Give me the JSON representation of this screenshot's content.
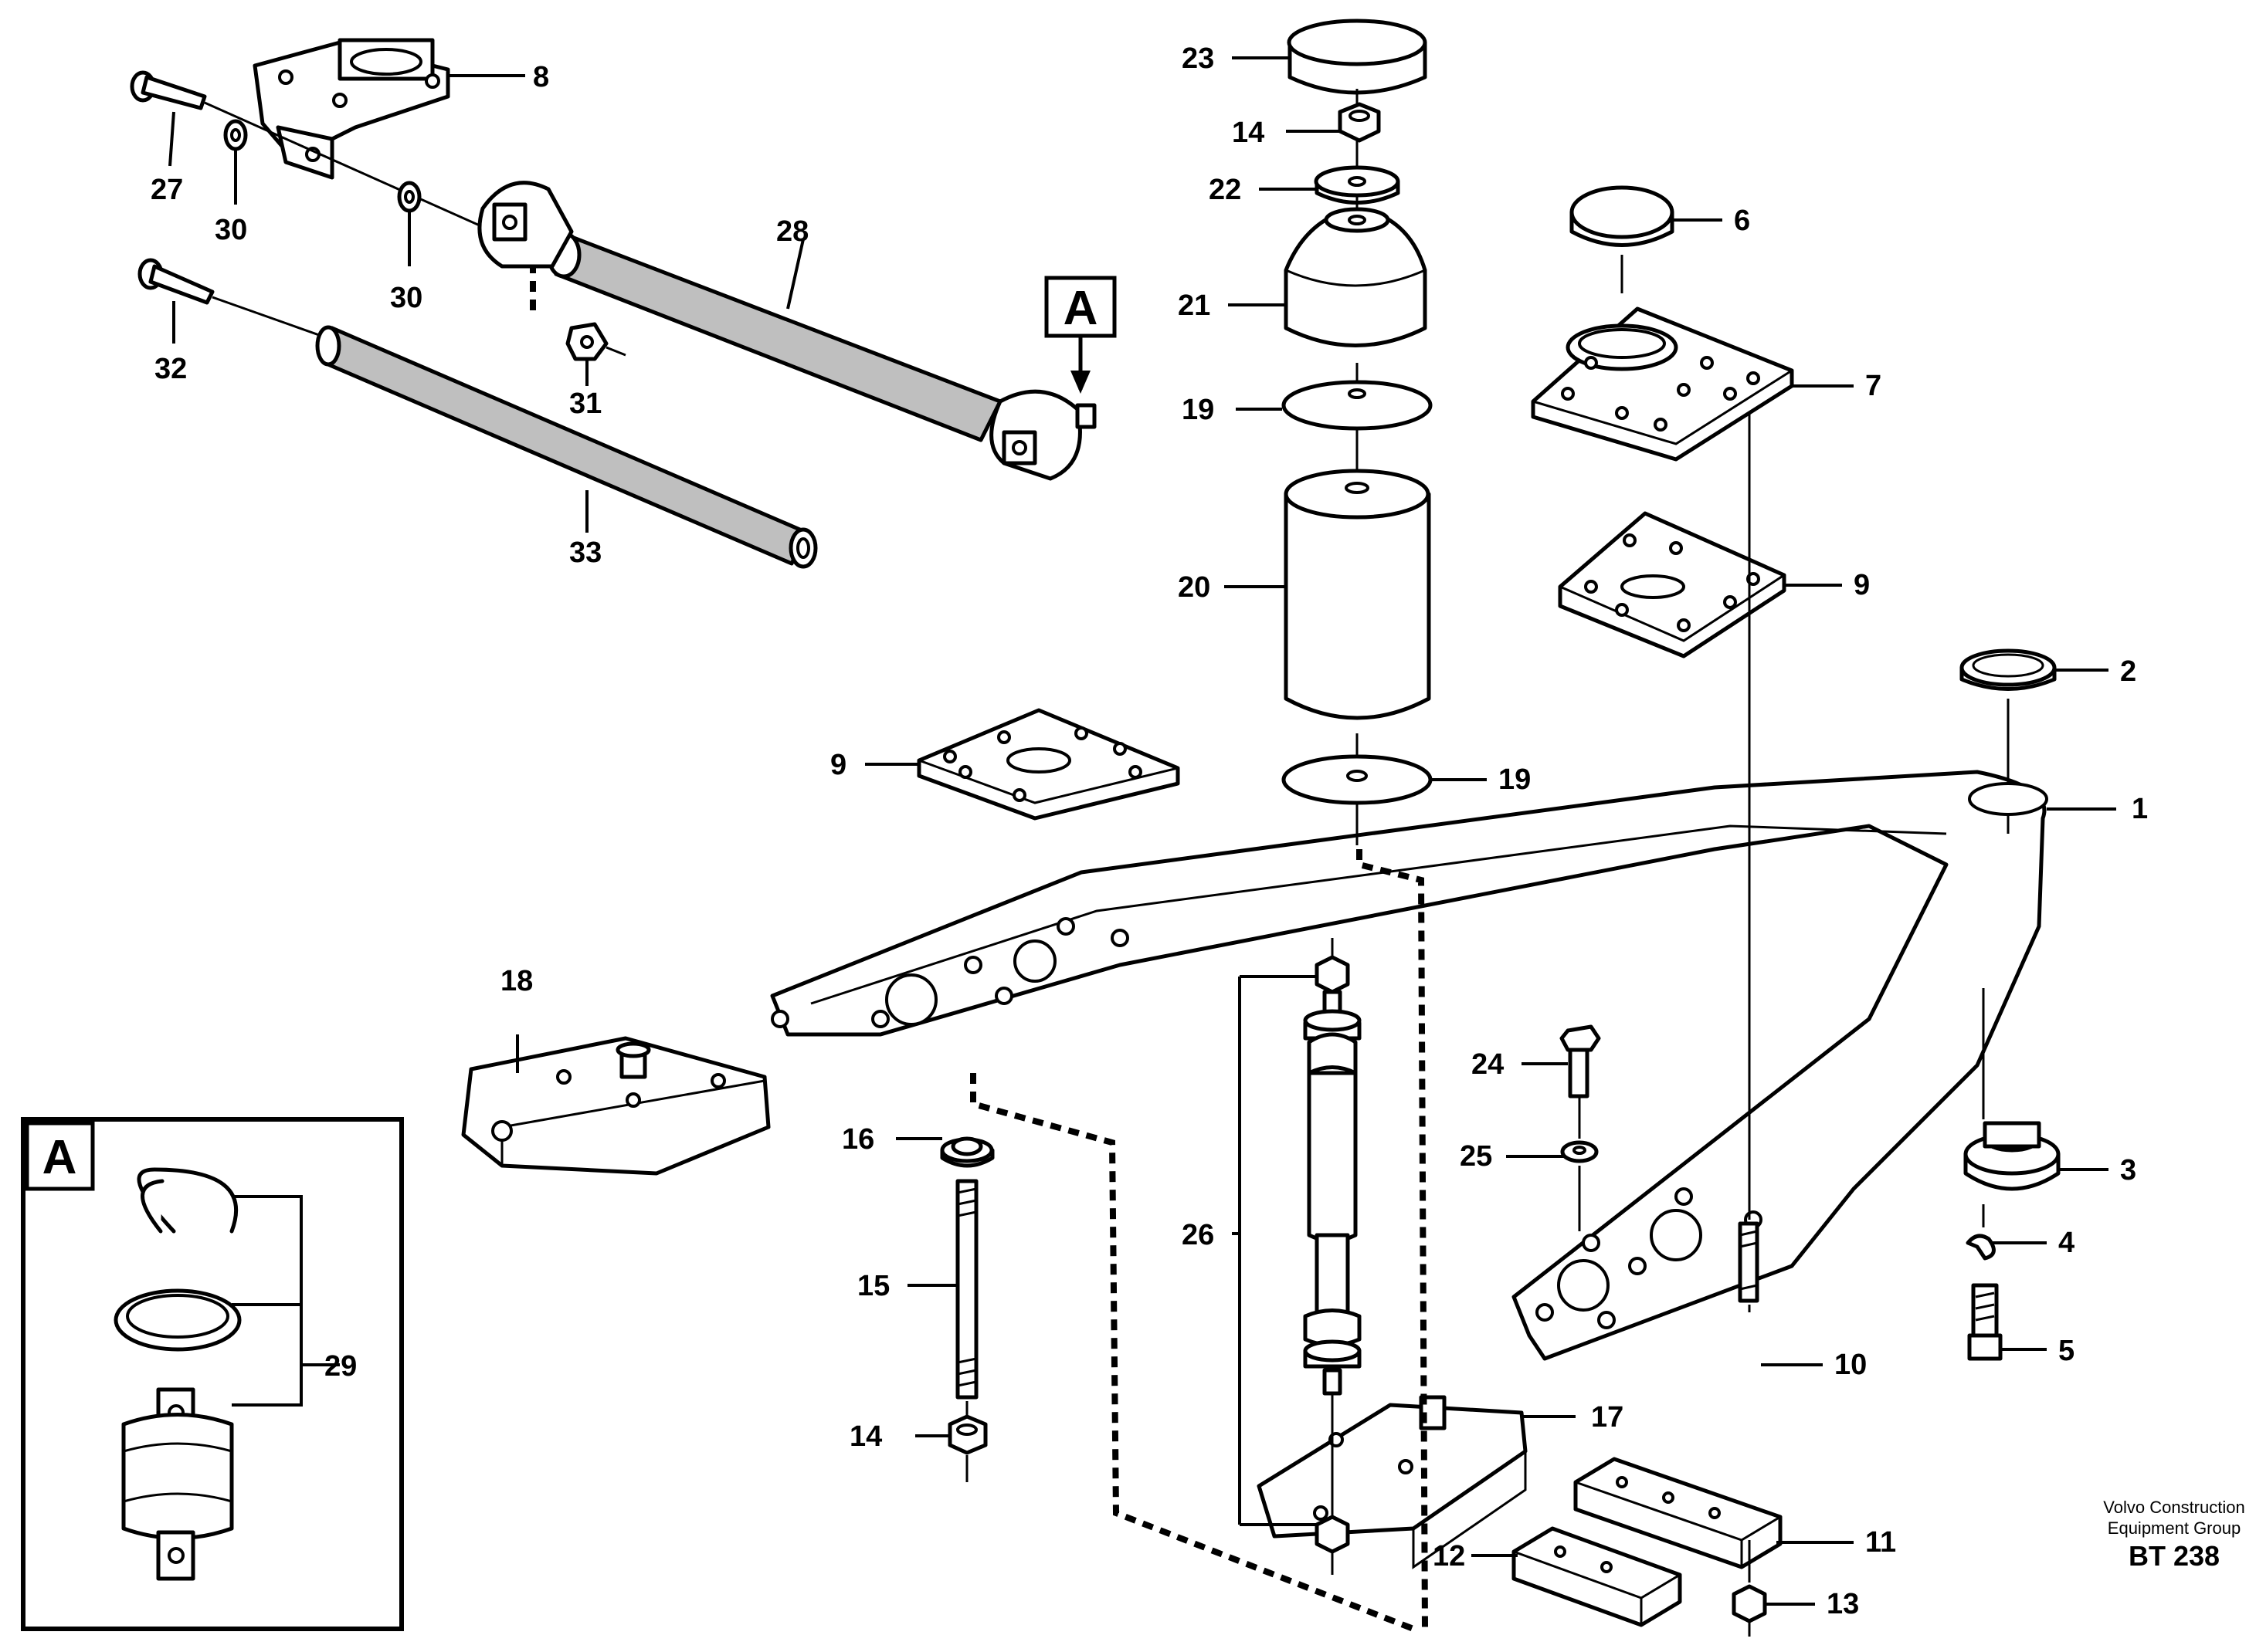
{
  "labels": {
    "l1": "1",
    "l2": "2",
    "l3": "3",
    "l4": "4",
    "l5": "5",
    "l6": "6",
    "l7": "7",
    "l8": "8",
    "l9a": "9",
    "l9b": "9",
    "l10": "10",
    "l11": "11",
    "l12": "12",
    "l13": "13",
    "l14a": "14",
    "l14b": "14",
    "l15": "15",
    "l16": "16",
    "l17": "17",
    "l18": "18",
    "l19a": "19",
    "l19b": "19",
    "l20": "20",
    "l21": "21",
    "l22": "22",
    "l23": "23",
    "l24": "24",
    "l25": "25",
    "l26": "26",
    "l27": "27",
    "l28": "28",
    "l29": "29",
    "l30a": "30",
    "l30b": "30",
    "l31": "31",
    "l32": "32",
    "l33": "33"
  },
  "view_marker": "A",
  "detail_marker": "A",
  "credit": {
    "line1": "Volvo Construction",
    "line2": "Equipment Group",
    "code": "BT 238"
  }
}
